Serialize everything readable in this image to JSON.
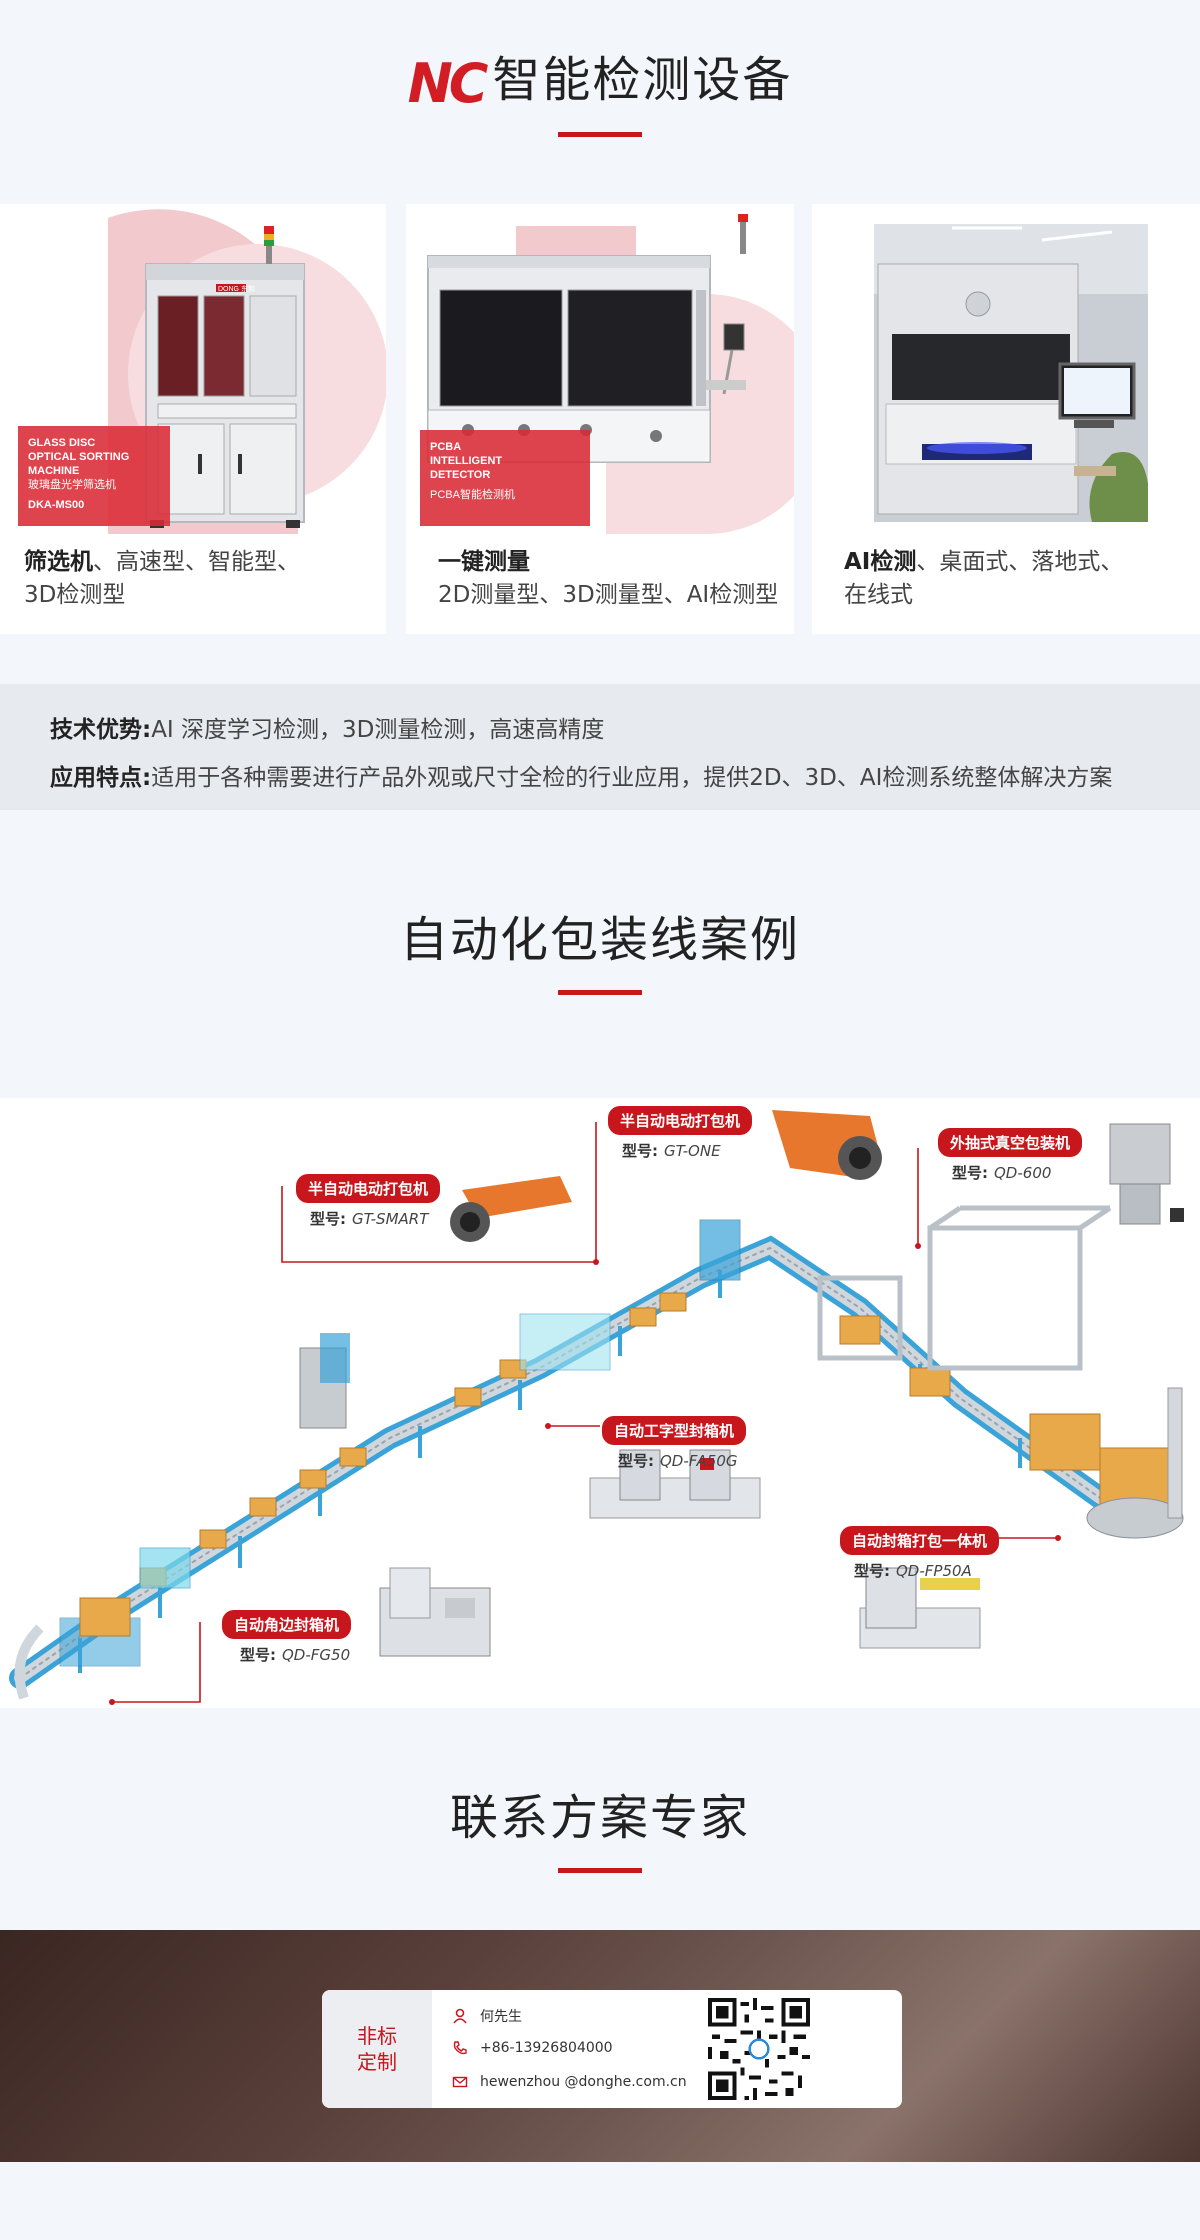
{
  "section1": {
    "logo": "NC",
    "title": "智能检测设备"
  },
  "cards": [
    {
      "badge_lines": [
        "GLASS DISC",
        "OPTICAL SORTING",
        "MACHINE",
        "玻璃盘光学筛选机",
        "DKA-MS00"
      ],
      "strong": "筛选机",
      "rest": "、高速型、智能型、",
      "line2": "3D检测型",
      "brand": "DONG 东和"
    },
    {
      "badge_lines": [
        "PCBA",
        "INTELLIGENT",
        "DETECTOR",
        "PCBA智能检测机"
      ],
      "strong": "一键测量",
      "rest": "",
      "line2": "2D测量型、3D测量型、AI检测型"
    },
    {
      "strong": "AI检测",
      "rest": "、桌面式、落地式、",
      "line2": "在线式"
    }
  ],
  "advantages": {
    "tech_label": "技术优势:",
    "tech_text": "AI 深度学习检测，3D测量检测，高速高精度",
    "app_label": "应用特点:",
    "app_text": "适用于各种需要进行产品外观或尺寸全检的行业应用，提供2D、3D、AI检测系统整体解决方案"
  },
  "section2": {
    "title": "自动化包装线案例"
  },
  "machines": [
    {
      "name": "半自动电动打包机",
      "model_label": "型号:",
      "model": "GT-SMART"
    },
    {
      "name": "半自动电动打包机",
      "model_label": "型号:",
      "model": "GT-ONE"
    },
    {
      "name": "外抽式真空包装机",
      "model_label": "型号:",
      "model": "QD-600"
    },
    {
      "name": "自动工字型封箱机",
      "model_label": "型号:",
      "model": "QD-FA50G"
    },
    {
      "name": "自动封箱打包一体机",
      "model_label": "型号:",
      "model": "QD-FP50A"
    },
    {
      "name": "自动角边封箱机",
      "model_label": "型号:",
      "model": "QD-FG50"
    }
  ],
  "section3": {
    "title": "联系方案专家"
  },
  "contact": {
    "left_line1": "非标",
    "left_line2": "定制",
    "name": "何先生",
    "phone": "+86-13926804000",
    "email": "hewenzhou @donghe.com.cn"
  },
  "colors": {
    "accent": "#c8161d",
    "conveyor": "#3aa3d8",
    "box": "#e8a94a"
  }
}
